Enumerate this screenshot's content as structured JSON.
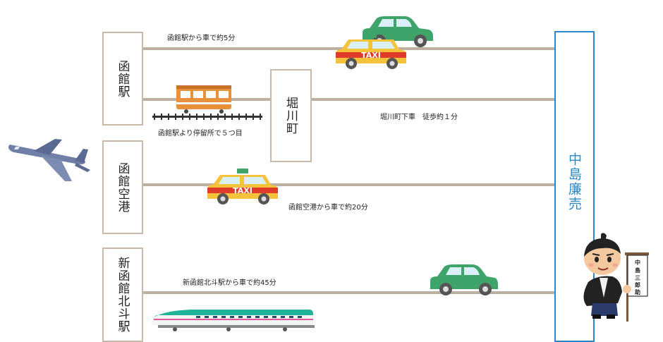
{
  "stations": {
    "hakodate": "函館駅",
    "horikawa": "堀川町",
    "airport": "函館空港",
    "shinkansen": "新函館北斗駅"
  },
  "destination": "中島廉売",
  "routes": {
    "hakodate_car": "函館駅から車で約5分",
    "tram": "函館駅より停留所で５つ目",
    "horikawa_walk": "堀川町下車　徒歩約１分",
    "airport_car": "函館空港から車で約20分",
    "shinkansen_car": "新函館北斗駅から車で約45分"
  },
  "taxi_label": "TAXI",
  "mascot_banner": "中島三郎助",
  "colors": {
    "line": "#bdb0a0",
    "box_border": "#c8b9a8",
    "accent_blue": "#2b88c8",
    "taxi_yellow": "#f5c33b",
    "taxi_red": "#e03a2a",
    "car_green": "#3fa46a",
    "tram_orange": "#e8903a",
    "plane": "#6f7fa6",
    "shinkansen_green": "#1fb49a"
  },
  "icons": [
    "airplane-icon",
    "taxi-icon",
    "car-icon",
    "tram-icon",
    "shinkansen-icon",
    "mascot-icon"
  ]
}
